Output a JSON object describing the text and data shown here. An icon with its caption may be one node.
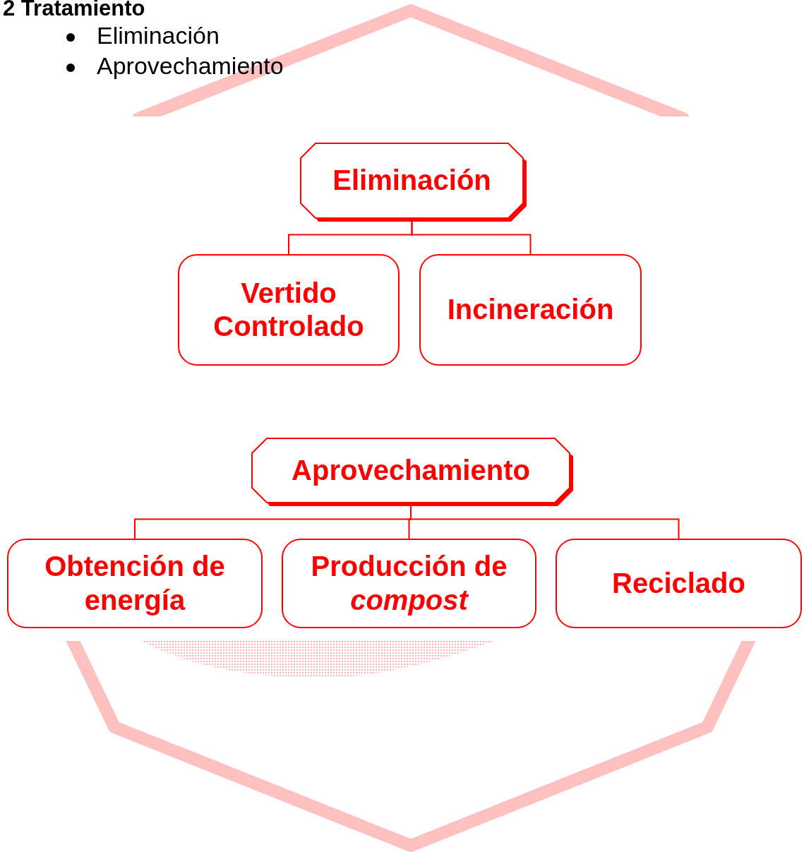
{
  "diagram": {
    "title": "2 Tratamiento",
    "nodes": [
      {
        "text": [
          "Eliminación"
        ]
      },
      {
        "text": [
          "Vertido Controlado"
        ]
      },
      {
        "text": [
          "Incineración"
        ]
      },
      {
        "text": [
          "Aprovechamiento"
        ]
      },
      {
        "text": [
          "Obtención de energía"
        ]
      },
      {
        "text": [
          "Producción de *compost*"
        ]
      },
      {
        "text": [
          "Reciclado"
        ]
      }
    ],
    "edges": [
      {
        "from": 0,
        "to": 1,
        "arrow": "none"
      },
      {
        "from": 0,
        "to": 2,
        "arrow": "none"
      },
      {
        "from": 3,
        "to": 4,
        "arrow": "none"
      },
      {
        "from": 3,
        "to": 5,
        "arrow": "none"
      },
      {
        "from": 3,
        "to": 6,
        "arrow": "none"
      }
    ],
    "labels": [
      "Eliminación",
      "Aprovechamiento"
    ]
  }
}
